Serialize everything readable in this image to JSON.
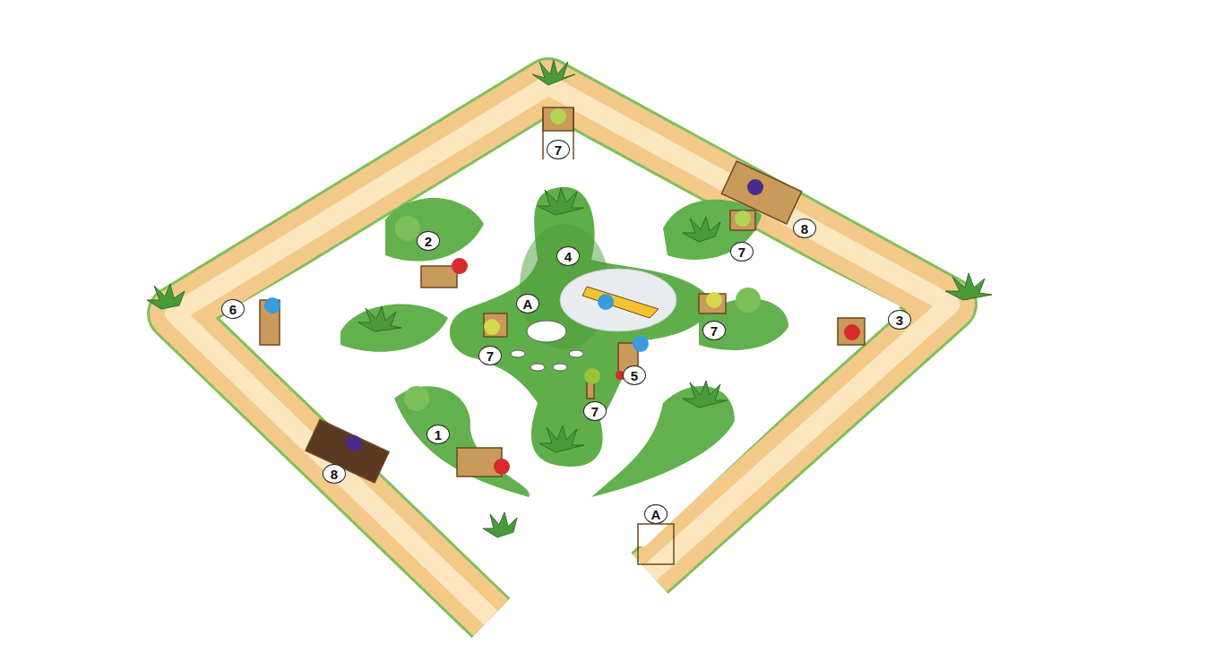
{
  "diagram": {
    "labels": [
      "7",
      "8",
      "2",
      "7",
      "4",
      "A",
      "6",
      "3",
      "7",
      "7",
      "5",
      "7",
      "1",
      "8",
      "A"
    ]
  }
}
